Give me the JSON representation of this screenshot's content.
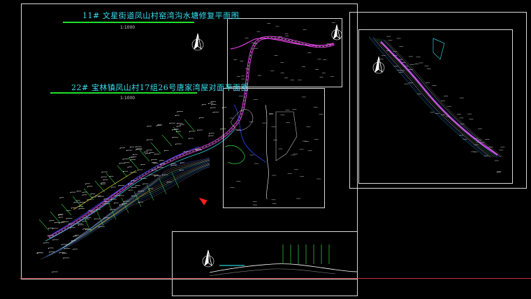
{
  "drawing": {
    "title_top": "11# 文星街道凤山村窑湾沟水塘修复平面图",
    "scale_top": "1:1000",
    "title_mid": "22# 宝林镇凤山村17组26号唐家湾屋对面平面图",
    "scale_mid": "1:1000"
  },
  "colors": {
    "background": "#000000",
    "title": "#37e0f0",
    "underline": "#1fe02a",
    "frame": "#d9d9d9",
    "road_magenta": "#e040e0",
    "contour_blue": "#2b46ff",
    "contour_cyan": "#27d0d8",
    "grid_green": "#30c040",
    "yellow": "#d8d830",
    "red_marker": "#ff2020"
  },
  "icons": [
    "north-arrow-icon"
  ]
}
